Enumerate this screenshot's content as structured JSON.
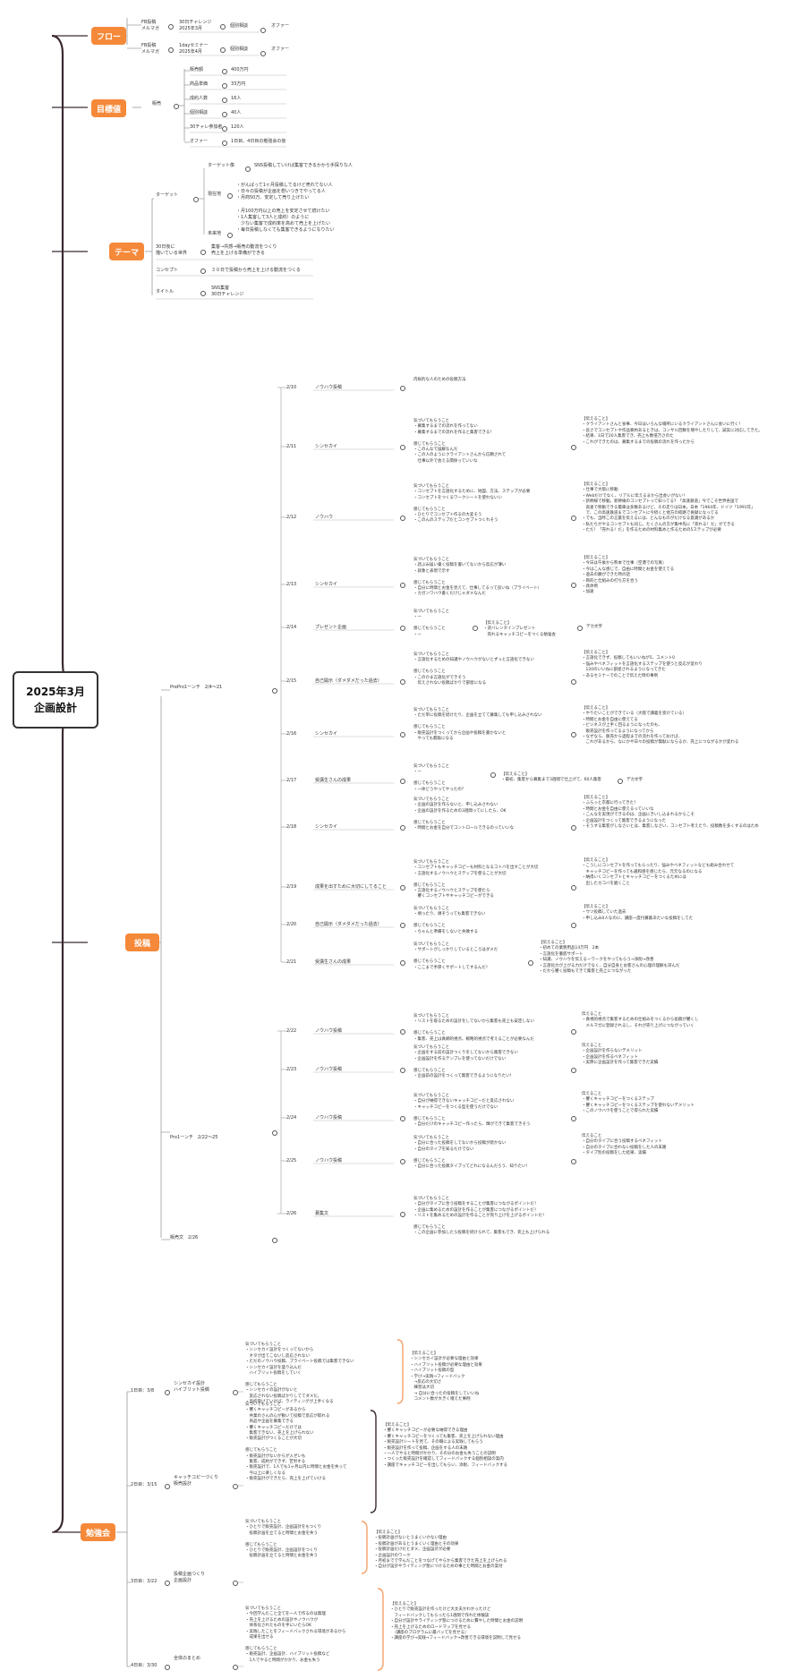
{
  "colors": {
    "accent": "#f5893a",
    "line": "#3a2a33",
    "text": "#333333",
    "bracket": "#f5a16a"
  },
  "root": {
    "line1": "2025年3月",
    "line2": "企画設計"
  },
  "categories": {
    "flow": "フロー",
    "goal": "目標値",
    "theme": "テーマ",
    "post": "投稿",
    "study": "勉強会"
  },
  "flow": [
    {
      "a": "FB投稿\nメルマガ",
      "b": "30日チャレンジ\n2025年3月",
      "c": "個別相談",
      "d": "オファー"
    },
    {
      "a": "FB投稿\nメルマガ",
      "b": "1dayセミナー\n2025年4月",
      "c": "個別相談",
      "d": "オファー"
    }
  ],
  "goal": {
    "head": "販売",
    "rows": [
      {
        "k": "販売額",
        "v": "400万円"
      },
      {
        "k": "商品単価",
        "v": "33万円"
      },
      {
        "k": "成約人数",
        "v": "16人"
      },
      {
        "k": "個別相談",
        "v": "40人"
      },
      {
        "k": "30チャレ参加者",
        "v": "120人"
      },
      {
        "k": "オファー",
        "v": "1日目、4日目の勉強会の後"
      }
    ]
  },
  "theme": {
    "target": "ターゲット",
    "target_image_label": "ターゲット像",
    "target_image": "SNS投稿していけば集客できるかから手探りな人",
    "current_label": "現在地",
    "current": "・がんばって1ヶ月投稿してるけど売れてない人\n・日々の投稿が企画を想いつきでやってる人\n・月商50万、安定して売り上げたい",
    "future_label": "未来地",
    "future": "・月100万円以上の売上を安定させて続けたい\n・1人集客して3人と成約）のように\n　少ない集客で成約率を高めて売上を上げたい\n・毎日投稿しなくても集客できるようになりたい",
    "world_label": "30日後に\n描いている世界",
    "world": "集客→共感→販売の動流をつくり\n売上を上げる準備ができる",
    "concept_label": "コンセプト",
    "concept": "３０日で投稿から売上を上げる動流をつくる",
    "title_label": "タイトル",
    "title": "SNS集客\n30日チャレンジ"
  },
  "post": {
    "prepro": "PrePro1ーンチ　2/4〜21",
    "pro": "Pro1ーンチ　2/22〜25",
    "hanbai": "販売文　2/26",
    "days": [
      {
        "date": "2/10",
        "kind": "ノウハウ投稿",
        "detail": "内祝的な人のための投稿方法"
      },
      {
        "date": "2/11",
        "kind": "シンセカイ",
        "detail": "気づいてもらうこと\n・募集するまでの流れを作ってない\n・募集するまでの流れを作ると集客できる！\n\n感じてもらうこと\n・このんなで誤解なんだ\n・この人のようにクライアントさんから信頼されて\n　仕事以外で会える関係っていいな",
        "extra": "【伝えること】\n・クライアントさんと食事、今日はいろんな場所にいるクライアントさんに会いに行く！\n・良さでコンセプトや作品要約あるときは、コンサル回数を増やしたりして、誠実に対応してきた。\n・結果、1日で20人集客でき、売上も数倍万さのた\n・これができたのは、募集するまでの投稿の流れを作ったから"
      },
      {
        "date": "2/12",
        "kind": "ノウハウ",
        "detail": "気づいてもらうこと\n・コンセプトを言語化するために、地図、方法、ステップが必要\n・コンセプトをつくるワークシートを使わないい\n\n感じてもらうこと\n・ひとりでコンセプト作るの大変そう\n・このんのステップだとコンセプトつくれそう",
        "extra": "【伝えること】\n・仕事で大阪に移動\n・Webだけでなく、リアルに伝えるまから出会いがない！\n・新幹線で移動。新幹線のコンセプトって知ってる？「高速鉄道」今でこそ世界各国で\n　高速で移動できる電車は多数あるけど、その走りは日本。日本「1964年、ドイツ「1991年」\n　で、この高速鉄道までコンセプトに今続くと他方の経路で貢献になってる\n・でも、当時この言葉を伝えるには、どんなものがだけなる意識があるか\n・私たちがやるコンセプトも同じ。たくさんの方が集中先に「売れる！だ」ができる\n・ただ！「売れる！だ」を作るための材料集めと作るための5ステップが必要"
      },
      {
        "date": "2/13",
        "kind": "シンセカイ",
        "detail": "気づいてもらうこと\n・読ぶみ届い書く投稿を書いてないから反応が薄い\n・就象と表現で示す\n\n感じてもらうこと\n・自分に時間とお金を見えて、仕事してるって良いね（プライベート）\n・カガンワハウ書くだけじゃダメなんだ",
        "extra": "【伝えること】\n・今日は午後から熊本で仕事（空港での写真）\n・今はこんな感じで、自由に時間とお金を使えてる\n・過去の願ができた時の話\n・目的と仕組みの打ち方を合う\n・具体例\n・加速"
      },
      {
        "date": "2/14",
        "kind": "プレゼント企画",
        "detail": "気づいてもらうこと\n・ー\n\n感じてもらうこと\n・ー",
        "extra": "【伝えること】\n・逆バレンタインプレゼント\n　売れるキャッチコピーをつくる勉強会",
        "extra2": "デカ文字"
      },
      {
        "date": "2/15",
        "kind": "自己開示（ダメダメだった過去）",
        "detail": "気づいてもらうこと\n・言語化するための知識やノウハウがないとずっと言語化できない\n\n感じてもらうこと\n・このかま言語化ができそう\n　伝えされない投稿ばかりで部屋になる",
        "extra": "【伝えること】\n・言語化できず、投稿してもいいねが5、コメント0\n・悩みやベネフィットを言語化するステップを使うと反応が変わり\n　120のいいねに部屋されるようになってきた\n・あるセミナーでのことで伝えた時の事例"
      },
      {
        "date": "2/16",
        "kind": "シンセカイ",
        "detail": "気づいてもらうこと\n・ただ単に投稿を続けたり、企画を立てて募集しても申し込みされない\n\n感じてもらうこと\n・販売設計をつくってから企画や投稿を書かないと\n　やっても無駄になる",
        "extra": "【伝えること】\n・やりたいことができている（大阪で講義を受けている）\n・時間とお金を自由に使えてる\n・ビジネスが上手く回るようになったのも、\n　販売設計を作ってるようになってから\n・なぜなら、販売から過程までの流れを作っておけば、\n　これがあるから、なにかや日々の投稿が無駄にならるか、売上につながるかが変わる"
      },
      {
        "date": "2/17",
        "kind": "受講生さんの成果",
        "detail": "気づいてもらうこと\n・ー\n\n感じてもらうこと\n・一体どうやってやったの？",
        "extra": "【伝えること】\n・最初、集客から募集まで3週間で仕上げて、60人集客",
        "extra2": "デカ文字"
      },
      {
        "date": "2/18",
        "kind": "シンセカイ",
        "detail": "気づいてもらうこと\n・企画の設計を作らないと、申し込みされない\n・企画の設計を作るための3週間ってにしたら、OK\n\n感じてもらうこと\n・時間とお金を自分でコントロールできるのっていいな",
        "extra": "【伝えること】\n・ふらっと京都に行ってきた！\n・時間とお金を自由に使えるっていいな\n・こんなを実現ができるのは、企画にきいし込まれるからこそ\n・企画設計をつくって集客できるようになった\n・そうする集客がしなさいとは、集客しなさい、コンセプト考えたり、投稿数を多くするのはため"
      },
      {
        "date": "2/19",
        "kind": "成果を出すために大切にしてること",
        "detail": "気づいてもらうこと\n・コンセプトもキャッチコピーも材料となるコトバを出すことが大切\n・言語化するノウハウとステップを使ることが大切\n\n感じてもらうこと\n・言語化するノウハウとステップを使たら\n　響くコンセプトやキャッチコピーができる",
        "extra": "【伝えること】\n・こうしにコンセプトを作ってもらったり、悩みやベネフィットなども組み合わせて\n　キャッチコピーを作っても違和感を感じたら、元元なるのになる\n・納得いくコンセプトとキャッチコピーをつくるためには\n　出したカコバを磨くこと"
      },
      {
        "date": "2/20",
        "kind": "自己開示（ダメダメだった過去）",
        "detail": "気づいてもらうこと\n・頑ったり、頑ぞうっても集客できない\n\n感じてもらうこと\n・ちゃんと準備をしないと失敗する",
        "extra": "【伝えること】\n・ウツ投稿していた過去\n・申し込み0人なのに、講座一度付募集あたいな投稿をしてた"
      },
      {
        "date": "2/21",
        "kind": "受講生さんの成果",
        "detail": "気づいてもらうこと\n・サポートがしっかりしているところはダメだ\n\n感じてもらうこと\n・ここまで手厚くサポートしてするんだ！",
        "extra": "【伝えること】\n・初めての業務用品14万円　2本\n・言語化を徹底サポート\n・知識、ノウハウを伝えるーワークをやってもらう→添削→改善\n・言語化力が上がる力だけでなく、自分自身とお客さんの心理の理解も深んだ\n・だから響く投稿もできて集客と売上につながった"
      },
      {
        "date": "2/22",
        "kind": "ノウハウ投稿",
        "detail": "気づいてもらうこと\n・リストを取るための設計をしてないから集客も売上も安定しない\n\n感じてもらうこと\n・集客、売上は真網的視点、戦略的視点で考えることが必要なんだ",
        "extra": "伝えること\n・真視的視点で集客するための仕組みをつくるから投稿が響くし\n　メルマガに登録されるし、それが売り上げにつながっていく"
      },
      {
        "date": "2/23",
        "kind": "ノウハウ投稿",
        "detail": "気づいてもらうこと\n・企画をする前の設計つくりをしてないから集客できない\n・企画設計を作るテンプレを使ってないだけでない\n\n感じてもらうこと\n・企画前の設計をつくって集客できるようになりたい！",
        "extra": "伝えること\n・企画設計を作らないデメリット\n・企画設計を作るベネフィット\n・実際に企画設計を作って集客できた実績"
      },
      {
        "date": "2/24",
        "kind": "ノウハウ投稿",
        "detail": "気づいてもらうこと\n・自分が納得できないキャッチコピーだと反応されない\n・キャッチコピーをつくる型を使うだけでない\n\n感じてもらうこと\n・自分だけのキャッチコピー作ったら、輝ができて集客できそう",
        "extra": "伝えること\n・響くキャッチコピーをつくるステップ\n・響くキャッチコピーをつくるステップを使わないデメリット\n・このノウハウを使うことで得られた実績"
      },
      {
        "date": "2/25",
        "kind": "ノウハウ投稿",
        "detail": "気づいてもらうこと\n・自分に合った投稿をしてないから投稿が続かない\n・自分のタイプを知るだけでない\n\n感じてもらうこと\n・自分に合った投稿タイプってどれになるんだろう、知りたい！",
        "extra": "伝えること\n・自分のタイプに合う投稿するベネフィット\n・自分のタイプに合わない投稿をした人の末路\n・タイプ別の投稿をした結果、実績"
      },
      {
        "date": "2/26",
        "kind": "募集文",
        "detail": "気づいてもらうこと\n・自分がタイプに合う投稿をすることが集客につながるポイントだ！\n・企画に集めるための設計を作ることが集客につながるポイントだ！\n・リストを集めるための設計を作ることが売り上げを上げるポイントだ！\n\n感じてもらうこと\n・この企画に参加したら投稿を続けられて、集客もでき、売上も上げられる"
      }
    ]
  },
  "study": [
    {
      "date": "1日目：3/8",
      "topic": "シンセカイ設計\nハイブリット投稿",
      "detail": "気づいてもらうこと\n・シンセカイ設計をつくってないから\n　ネタが出てこないし反応されない\n・ただのノウハウ投稿、プライベート投稿では集客できない\n・シンセカイ設計を盛り込んだ\n　ハイブリット投稿をしていく\n\n感じてもらうこと\n・シンセカイの設計がないと\n　反応されない投稿ばかりしててダメだ。\n・高校受けていけば、ライティングが上手くなる",
      "box": "【伝えること】\n・シンセカイ設計が必要な理由と効果\n・ハイブリット投稿が必要な理由と効果\n・ハイブリット投稿の型\n・学び→実践→フィードバック\n　→反応の大切さ\n　練習は大切\n　→ 自分に合ったの投稿をしていいね\n　コメント数が大きく増えた事例"
    },
    {
      "date": "2日目：3/15",
      "topic": "キャッチコピーづくり\n販売設計",
      "detail": "気づいてもらうこと\n・響くキャッチコピーがあるから\n　共業のさんの心が動いて投稿で反応が取れる\n　商品や企画を募集できる\n・響くキャッチコピーだけでは\n　集客できない、売上を上げられない\n・販売設計がつくることが大切\n\n感じてもらうこと\n・販売設計がないからが入ぜいも\n　集客、成約ができず、苦労する\n・販売設計で、1人でも1ヶ月以内に時間とお金を失って\n　今以上に楽しくなる\n・販売設計ができたら、売上を上げていける",
      "box": "【伝えること】\n・響くキャッチコピーが必要な納得できる理由\n・響くキャッチコピーをつくっても集客、売上を上げられない理由\n・販売設計シートを見て、その職による実践してもらう\n・販売設計を作って投稿、企画をする人の末路\n・一人でやると時間がかかり、その分のお金も失うことの説明\n・つくった販売設計を確認してフィードバックする個別相談の案内\n・講座でキャッチコピーを出してもらい、添削、フィードバックする"
    },
    {
      "date": "3日目：3/22",
      "topic": "投稿企画つくり\n企画設計",
      "detail": "気づいてもらうこと\n・ひとりで販売設計、企画設計をもつくり\n　投稿計画を立てると時間とお金を失う\n\n感じてもらうこと\n・ひとりで販売設計、企画設計をつくり\n　投稿計画を立てると時間とお金を失う",
      "box": "【伝えること】\n・投稿計画がないとうまくいかない理由\n・投稿計画があるとうまくいく理由とその効果\n・投稿計画だけだとダメ、企画設計が必要\n・企画設計のワーク\n・月初までで学んだことをつなげてやらから集客できた売上を上げられる\n・自分が設計やライティング塾につけるための事とた時間とお金の案付"
    },
    {
      "date": "4日目：3/30",
      "topic": "全体のまとめ",
      "detail": "気づいてもらうこと\n・今回学んだこと全てを一人で作るのは無理\n・売上を上げるための設計やノウハウが\n　体系化されたものを手にいたらOK\n・実践したことをフィードバックされる環境があるから\n　成果を出せる\n\n感じてもらうこと\n・販売設計、企画設計、ハイブリット投稿など\n　1人でやると時間がかかり、お金も失う",
      "box": "【伝えること】\n・ひとりで販売設計を作ったけど大丈夫かわかったけど\n　フィードバックしてもらったら1週間で作れた体験談\n・自分が設計やライティング塾につけるために費やした時間とお金の説明\n・売上を上げるためのロードマップを見せる\n　（講座のプログラムに最バッてを見せる）\n・講座の学び→実践→フィードバック→改善できる環境を説明して見せる"
    }
  ]
}
